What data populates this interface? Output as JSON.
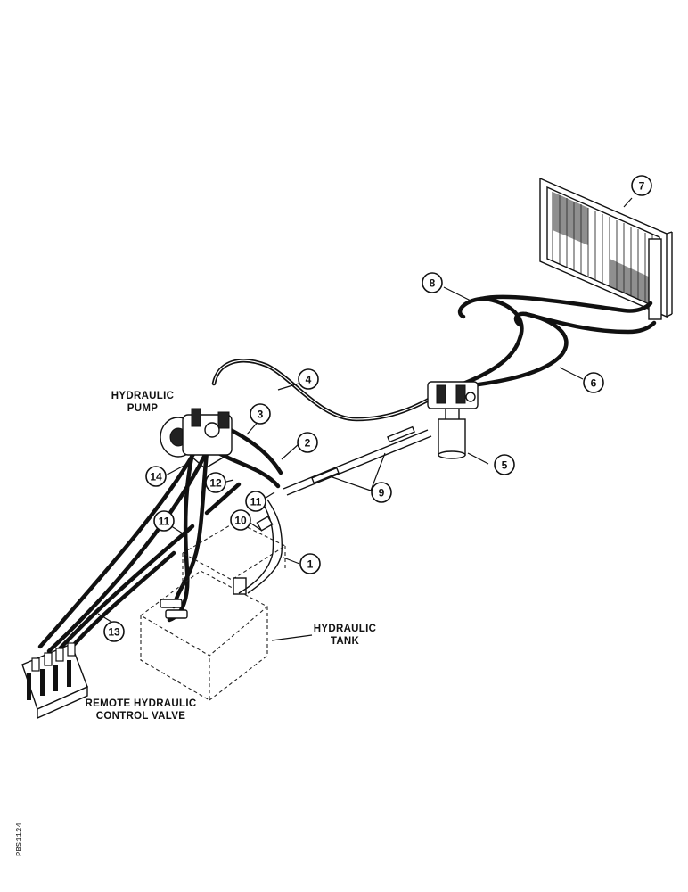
{
  "labels": {
    "hydraulic_pump_line1": "HYDRAULIC",
    "hydraulic_pump_line2": "PUMP",
    "hydraulic_tank_line1": "HYDRAULIC",
    "hydraulic_tank_line2": "TANK",
    "control_valve_line1": "REMOTE HYDRAULIC",
    "control_valve_line2": "CONTROL VALVE"
  },
  "callouts": [
    "1",
    "2",
    "3",
    "4",
    "5",
    "6",
    "7",
    "8",
    "9",
    "10",
    "11",
    "12",
    "13",
    "14"
  ],
  "callout_11_second": "11",
  "side_code": "PBS1124"
}
